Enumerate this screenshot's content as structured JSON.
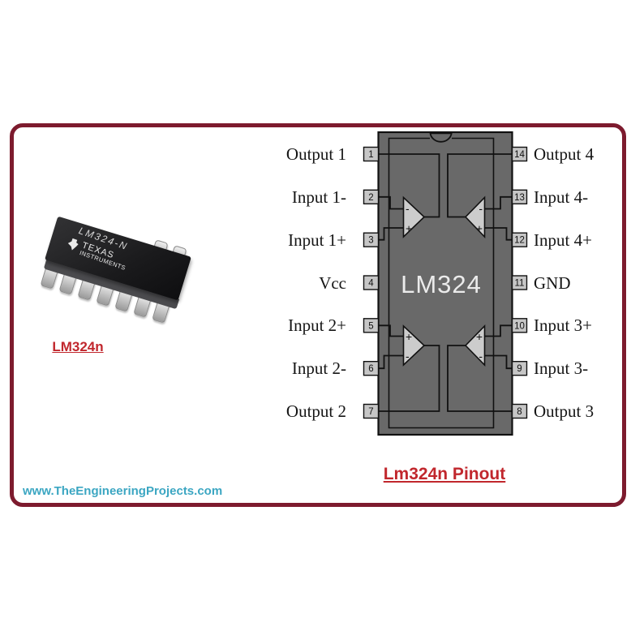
{
  "page": {
    "background": "#ffffff",
    "frame_color": "#7d1b2e",
    "accent_red": "#c1272d",
    "watermark_color": "#3ba6c2"
  },
  "watermark": {
    "text": "www.TheEngineeringProjects.com"
  },
  "chip_photo": {
    "part_marking": "LM324-N",
    "brand_top": "TEXAS",
    "brand_bottom": "INSTRUMENTS",
    "caption": "LM324n"
  },
  "pinout": {
    "caption": "Lm324n Pinout",
    "ic_label": "LM324",
    "colors": {
      "ic_body": "#696969",
      "pin_box": "#c6c6c6",
      "opamp_fill": "#cccccc",
      "ic_text": "#ebebeb",
      "wire": "#111111"
    },
    "left_pins": [
      {
        "number": "1",
        "label": "Output 1"
      },
      {
        "number": "2",
        "label": "Input 1-"
      },
      {
        "number": "3",
        "label": "Input 1+"
      },
      {
        "number": "4",
        "label": "Vcc"
      },
      {
        "number": "5",
        "label": "Input 2+"
      },
      {
        "number": "6",
        "label": "Input 2-"
      },
      {
        "number": "7",
        "label": "Output 2"
      }
    ],
    "right_pins": [
      {
        "number": "14",
        "label": "Output 4"
      },
      {
        "number": "13",
        "label": "Input 4-"
      },
      {
        "number": "12",
        "label": "Input 4+"
      },
      {
        "number": "11",
        "label": "GND"
      },
      {
        "number": "10",
        "label": "Input 3+"
      },
      {
        "number": "9",
        "label": "Input 3-"
      },
      {
        "number": "8",
        "label": "Output 3"
      }
    ],
    "opamps": [
      {
        "id": "1",
        "orientation": "right",
        "inputs": {
          "top": "-",
          "bottom": "+"
        }
      },
      {
        "id": "2",
        "orientation": "right",
        "inputs": {
          "top": "+",
          "bottom": "-"
        }
      },
      {
        "id": "3",
        "orientation": "left",
        "inputs": {
          "top": "+",
          "bottom": "-"
        }
      },
      {
        "id": "4",
        "orientation": "left",
        "inputs": {
          "top": "-",
          "bottom": "+"
        }
      }
    ]
  }
}
